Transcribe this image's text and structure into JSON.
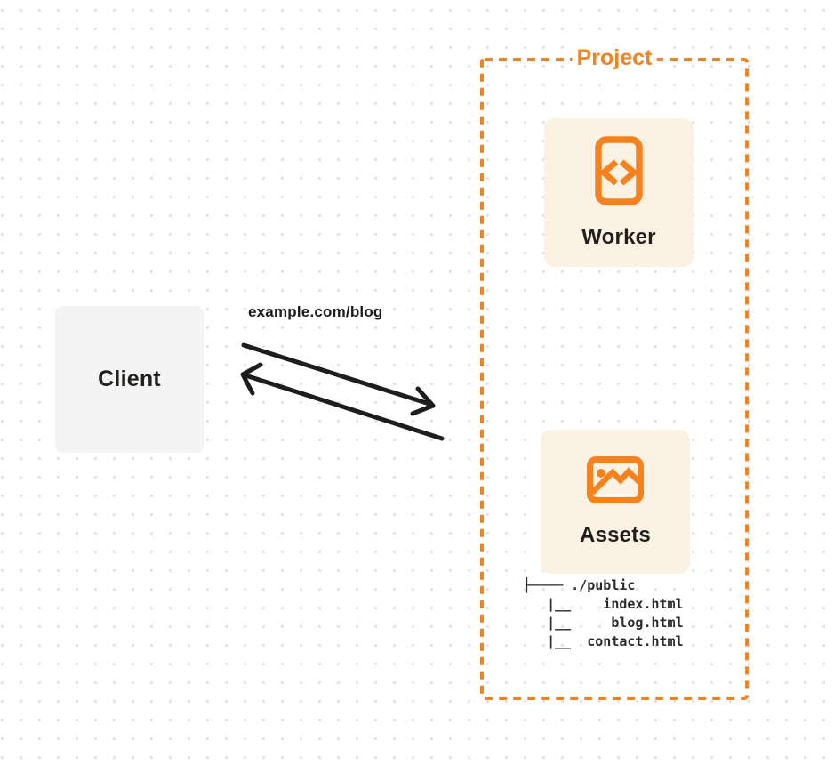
{
  "client": {
    "label": "Client"
  },
  "request_url": "example.com/blog",
  "project": {
    "label": "Project",
    "worker": {
      "label": "Worker",
      "icon": "code-file-icon"
    },
    "assets": {
      "label": "Assets",
      "icon": "image-icon"
    },
    "file_tree_text": "├──── ./public\n   |__    index.html\n   |__     blog.html\n   |__  contact.html"
  },
  "colors": {
    "accent_orange": "#F6821F",
    "card_bg": "#FCF2E3",
    "client_bg": "#F4F4F5",
    "ink": "#21201D",
    "arrow_ink": "#1D1D1D",
    "dot_grid": "#E2E2E2"
  }
}
